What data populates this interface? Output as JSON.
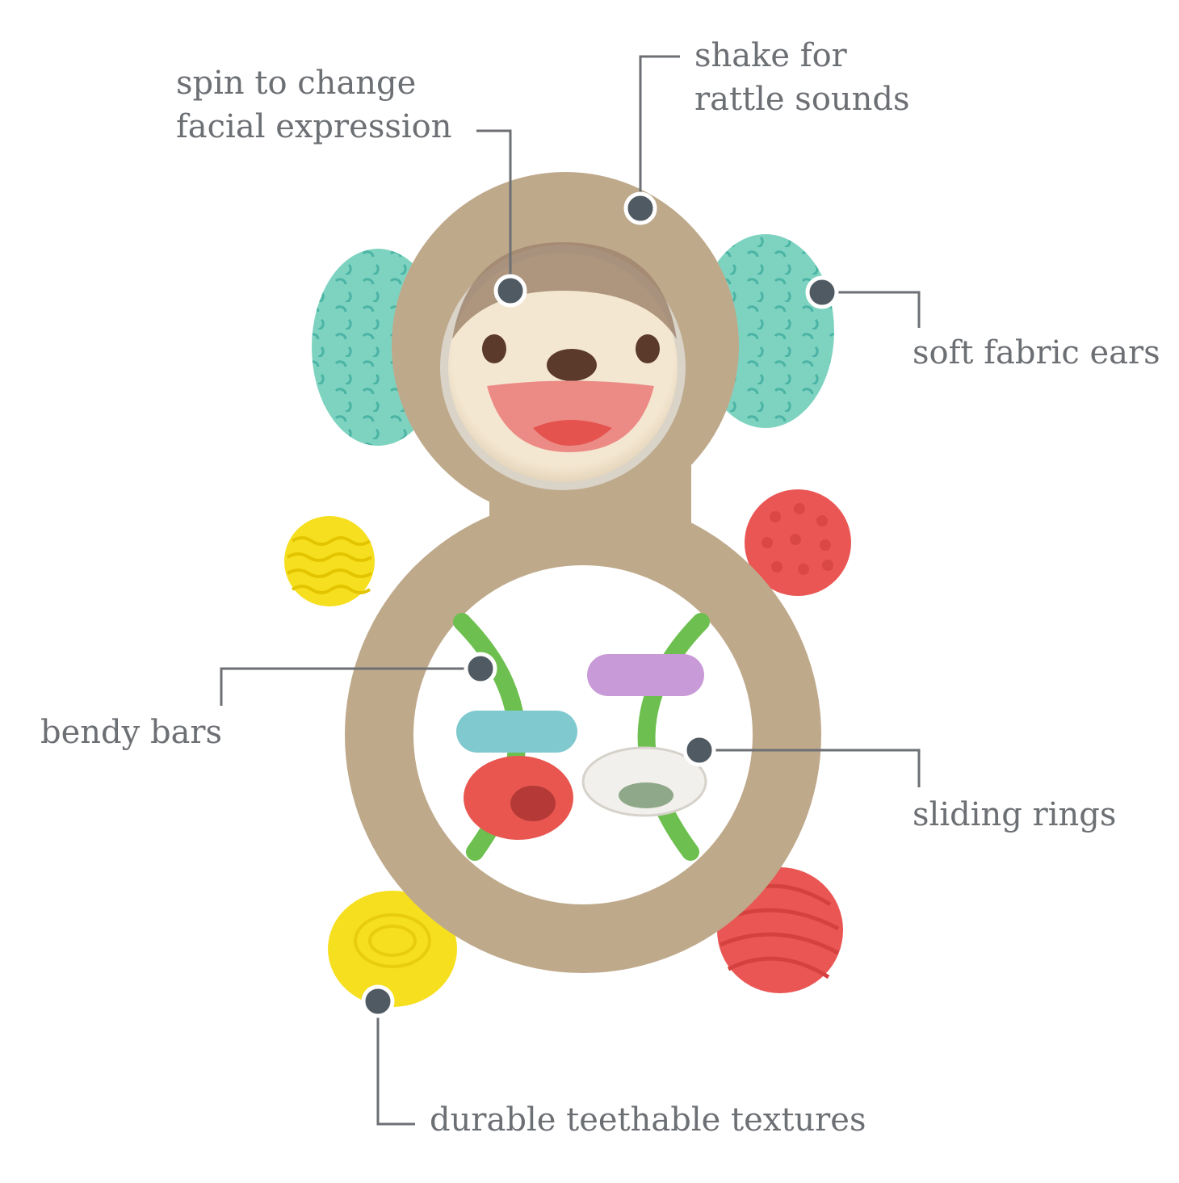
{
  "callouts": {
    "spin_face": "spin to change\nfacial expression",
    "rattle": "shake for\nrattle sounds",
    "ears": "soft fabric ears",
    "bendy_bars": "bendy bars",
    "sliding_rings": "sliding rings",
    "textures": "durable teethable textures"
  },
  "colors": {
    "text": "#6c6f73",
    "body": "#bfa98b",
    "ear": "#7ed3c0",
    "face": "#f4e7d1",
    "bar": "#6dc04f",
    "yellow": "#f6df1f",
    "red": "#ea5654",
    "ring_blue": "#7fc9cf",
    "ring_purple": "#c99ad8",
    "ring_red": "#e8564f",
    "ring_white": "#f2f0ec"
  }
}
